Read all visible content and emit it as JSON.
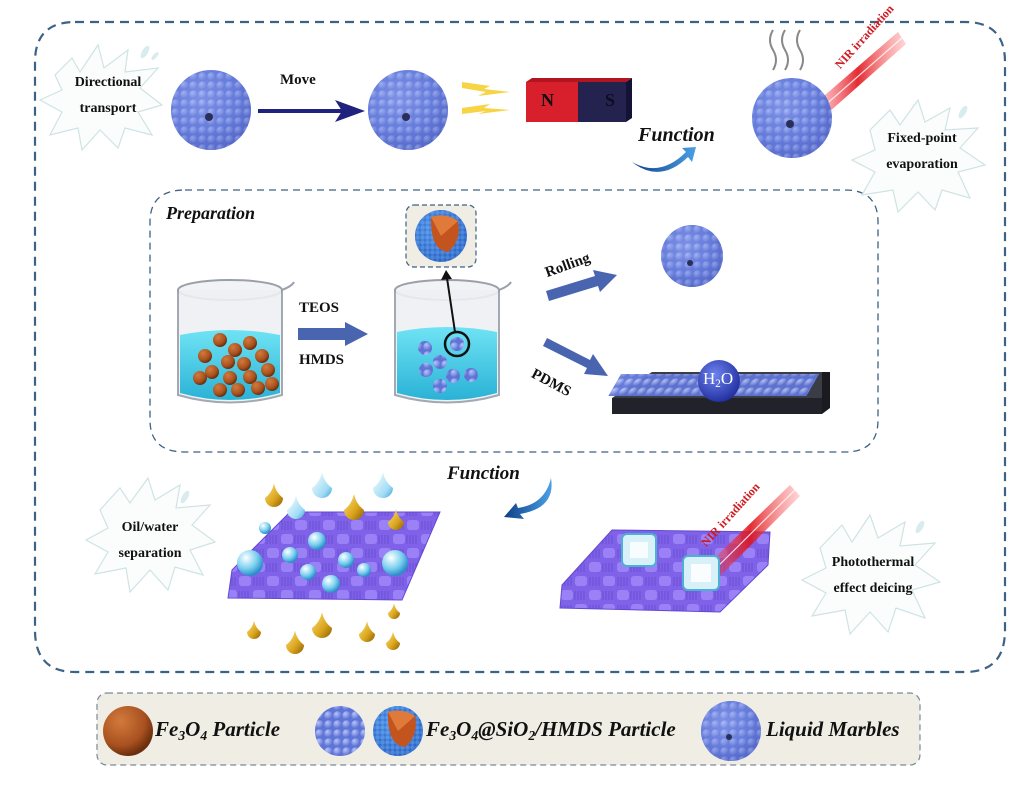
{
  "diagram": {
    "top_row": {
      "burst_label_left": [
        "Directional",
        "transport"
      ],
      "move_label": "Move",
      "magnet": {
        "north": "N",
        "south": "S"
      },
      "nir_label": "NIR irradiation",
      "burst_label_right": [
        "Fixed-point",
        "evaporation"
      ],
      "function_label": "Function"
    },
    "preparation": {
      "title": "Preparation",
      "reagent_top": "TEOS",
      "reagent_bottom": "HMDS",
      "rolling_label": "Rolling",
      "pdms_label": "PDMS",
      "droplet_label_main": "H",
      "droplet_label_sub": "2",
      "droplet_label_end": "O"
    },
    "bottom_row": {
      "function_label": "Function",
      "burst_label_left": [
        "Oil/water",
        "separation"
      ],
      "nir_label": "NIR irradiation",
      "burst_label_right": [
        "Photothermal",
        "effect deicing"
      ]
    },
    "legend": {
      "items": [
        {
          "icon": "fe3o4-particle-icon",
          "label_parts": [
            "Fe",
            "3",
            "O",
            "4",
            " Particle"
          ]
        },
        {
          "icon": "silica-particle-icon",
          "label_parts": [
            "",
            "",
            "",
            "",
            ""
          ]
        },
        {
          "icon": "core-shell-particle-icon",
          "label_parts": [
            "Fe",
            "3",
            "O",
            "4",
            "@SiO"
          ],
          "label_tail_sub": "2",
          "label_tail": "/HMDS Particle"
        },
        {
          "icon": "liquid-marble-icon",
          "label_parts": [
            "Liquid Marbles"
          ]
        }
      ]
    },
    "colors": {
      "frame_dash": "#3c6285",
      "marble_blue": "#6f86e0",
      "magnet_red": "#d8202c",
      "magnet_navy": "#24224f",
      "liquid_cyan": "#4fd3ea",
      "fe3o4_brown": "#a8511f",
      "mesh_purple": "#8a6cf0",
      "oil_gold": "#d9a41c",
      "nir_red": "#e0141b",
      "legend_bg": "#efede4"
    }
  }
}
